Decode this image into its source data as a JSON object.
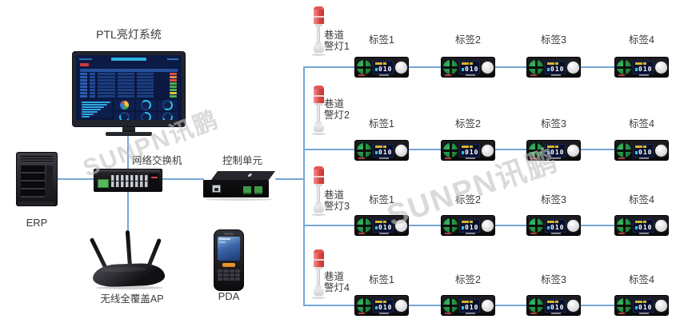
{
  "diagram": {
    "title": "PTL亮灯系统",
    "watermark": "SUNPN讯鹏",
    "erp_label": "ERP",
    "switch_label": "网络交换机",
    "control_label": "控制单元",
    "ap_label": "无线全覆盖AP",
    "pda_label": "PDA"
  },
  "monitor_screen": {
    "status_colors": [
      "#e04b4b",
      "#e08a3c",
      "#e04b4b",
      "#4fae4f",
      "#4fae4f",
      "#4fae4f",
      "#d9c33a",
      "#4fae4f"
    ],
    "pie_colors": [
      "#e8c93c",
      "#46a846",
      "#3a77d8",
      "#d84848"
    ]
  },
  "colors": {
    "connection_line": "#74a7d8",
    "tag_button_green": "#2aa14d",
    "warning_light_red": "#e25555"
  },
  "rows": [
    {
      "light_line1": "巷道",
      "light_line2": "警灯1",
      "tags": [
        {
          "label": "标签1",
          "display": "010"
        },
        {
          "label": "标签2",
          "display": "010"
        },
        {
          "label": "标签3",
          "display": "010"
        },
        {
          "label": "标签4",
          "display": "010"
        }
      ]
    },
    {
      "light_line1": "巷道",
      "light_line2": "警灯2",
      "tags": [
        {
          "label": "标签1",
          "display": "010"
        },
        {
          "label": "标签2",
          "display": "010"
        },
        {
          "label": "标签3",
          "display": "010"
        },
        {
          "label": "标签4",
          "display": "010"
        }
      ]
    },
    {
      "light_line1": "巷道",
      "light_line2": "警灯3",
      "tags": [
        {
          "label": "标签1",
          "display": "010"
        },
        {
          "label": "标签2",
          "display": "010"
        },
        {
          "label": "标签3",
          "display": "010"
        },
        {
          "label": "标签4",
          "display": "010"
        }
      ]
    },
    {
      "light_line1": "巷道",
      "light_line2": "警灯4",
      "tags": [
        {
          "label": "标签1",
          "display": "010"
        },
        {
          "label": "标签2",
          "display": "010"
        },
        {
          "label": "标签3",
          "display": "010"
        },
        {
          "label": "标签4",
          "display": "010"
        }
      ]
    }
  ]
}
